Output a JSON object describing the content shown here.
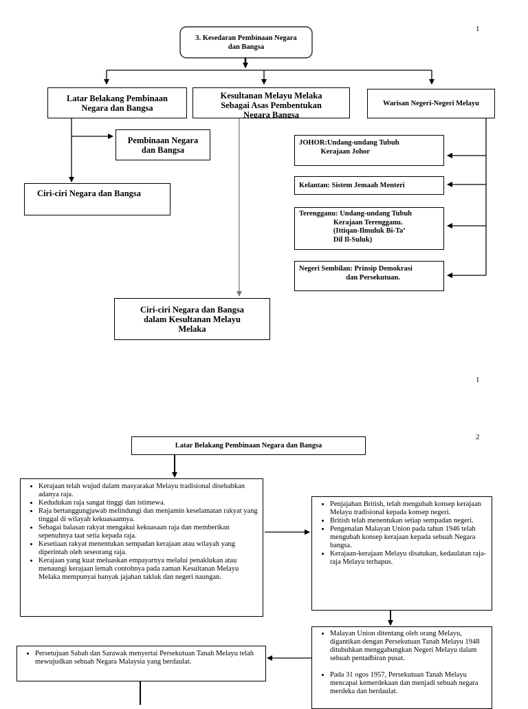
{
  "page_numbers": {
    "first": "1",
    "second": "1",
    "third": "2"
  },
  "diagram1": {
    "root": [
      "3.  Kesedaran Pembinaan Negara",
      "dan Bangsa"
    ],
    "branch_left": [
      "Latar Belakang Pembinaan",
      "Negara dan Bangsa"
    ],
    "branch_middle": [
      "Kesultanan Melayu Melaka",
      "Sebagai Asas Pembentukan",
      "Negara Bangsa"
    ],
    "branch_right": "Warisan Negeri-Negeri Melayu",
    "left_sub1": [
      "Pembinaan Negara",
      "dan Bangsa"
    ],
    "left_sub2": "Ciri-ciri Negara dan Bangsa",
    "middle_sub": [
      "Ciri-ciri Negara dan Bangsa",
      "dalam Kesultanan Melayu",
      "Melaka"
    ],
    "right_subs": [
      [
        "JOHOR:Undang-undang Tubuh",
        "            Kerajaan Johor"
      ],
      [
        "Kelantan: Sistem Jemaah Menteri"
      ],
      [
        "Terengganu: Undang-undang Tubuh",
        "                   Kerajaan Terengganu.",
        "                   (Ittiqan-Ilmuluk Bi-Ta’",
        "                   Dil Il-Suluk)"
      ],
      [
        "Negeri Sembilan: Prinsip Demokrasi",
        "                          dan Persekutuan."
      ]
    ]
  },
  "diagram2": {
    "title": "Latar Belakang Pembinaan Negara dan Bangsa",
    "left_points": [
      "Kerajaan telah wujud dalam masyarakat Melayu tradisional disebabkan adanya raja.",
      "Kedudukan raja sangat tinggi dan istimewa.",
      "Raja bertanggungjawab melindungi dan menjamin keselamatan rakyat yang tinggal di wilayah kekuasaannya.",
      "Sebagai balasan rakyat mengakui kekuasaan raja dan memberikan sepenuhnya taat setia kepada raja.",
      "Kesetiaan rakyat  menentukan sempadan kerajaan atau wilayah yang diperintah oleh seseorang raja.",
      "Kerajaan yang kuat meluaskan empayarnya melalui penaklukan atau menaungi kerajaan lemah contohnya pada zaman Kesultanan Melayu Melaka mempunyai banyak jajahan takluk dan negeri naungan."
    ],
    "right_points": [
      "Penjajahan British, telah mengubah konsep kerajaan Melayu tradisional kepada konsep negeri.",
      "British telah menentukan setiap sempadan negeri.",
      "Pengenalan Malayan Union pada tahun 1946 telah mengubah konsep kerajaan kepada sebuah Negara bangsa.",
      "Kerajaan-kerajaan Melayu disatukan, kedaulatan raja-raja Melayu terhapus."
    ],
    "bottom_right_points": [
      "Malayan Union ditentang oleh orang Melayu, digantikan dengan Persekutuan Tanah Melayu 1948 ditubuhkan menggabungkan  Negeri Melayu dalam sebuah pentadbiran pusat.",
      "Pada 31 ogos 1957, Persekutuan Tanah Melayu mencapai kemerdekaan dan menjadi sebuah negara merdeka dan berdaulat."
    ],
    "bottom_left_points": [
      "Persetujuan Sabah dan Sarawak menyertai Persekutuan Tanah Melayu telah mewujudkan sebuah Negara Malaysia yang berdaulat."
    ]
  }
}
